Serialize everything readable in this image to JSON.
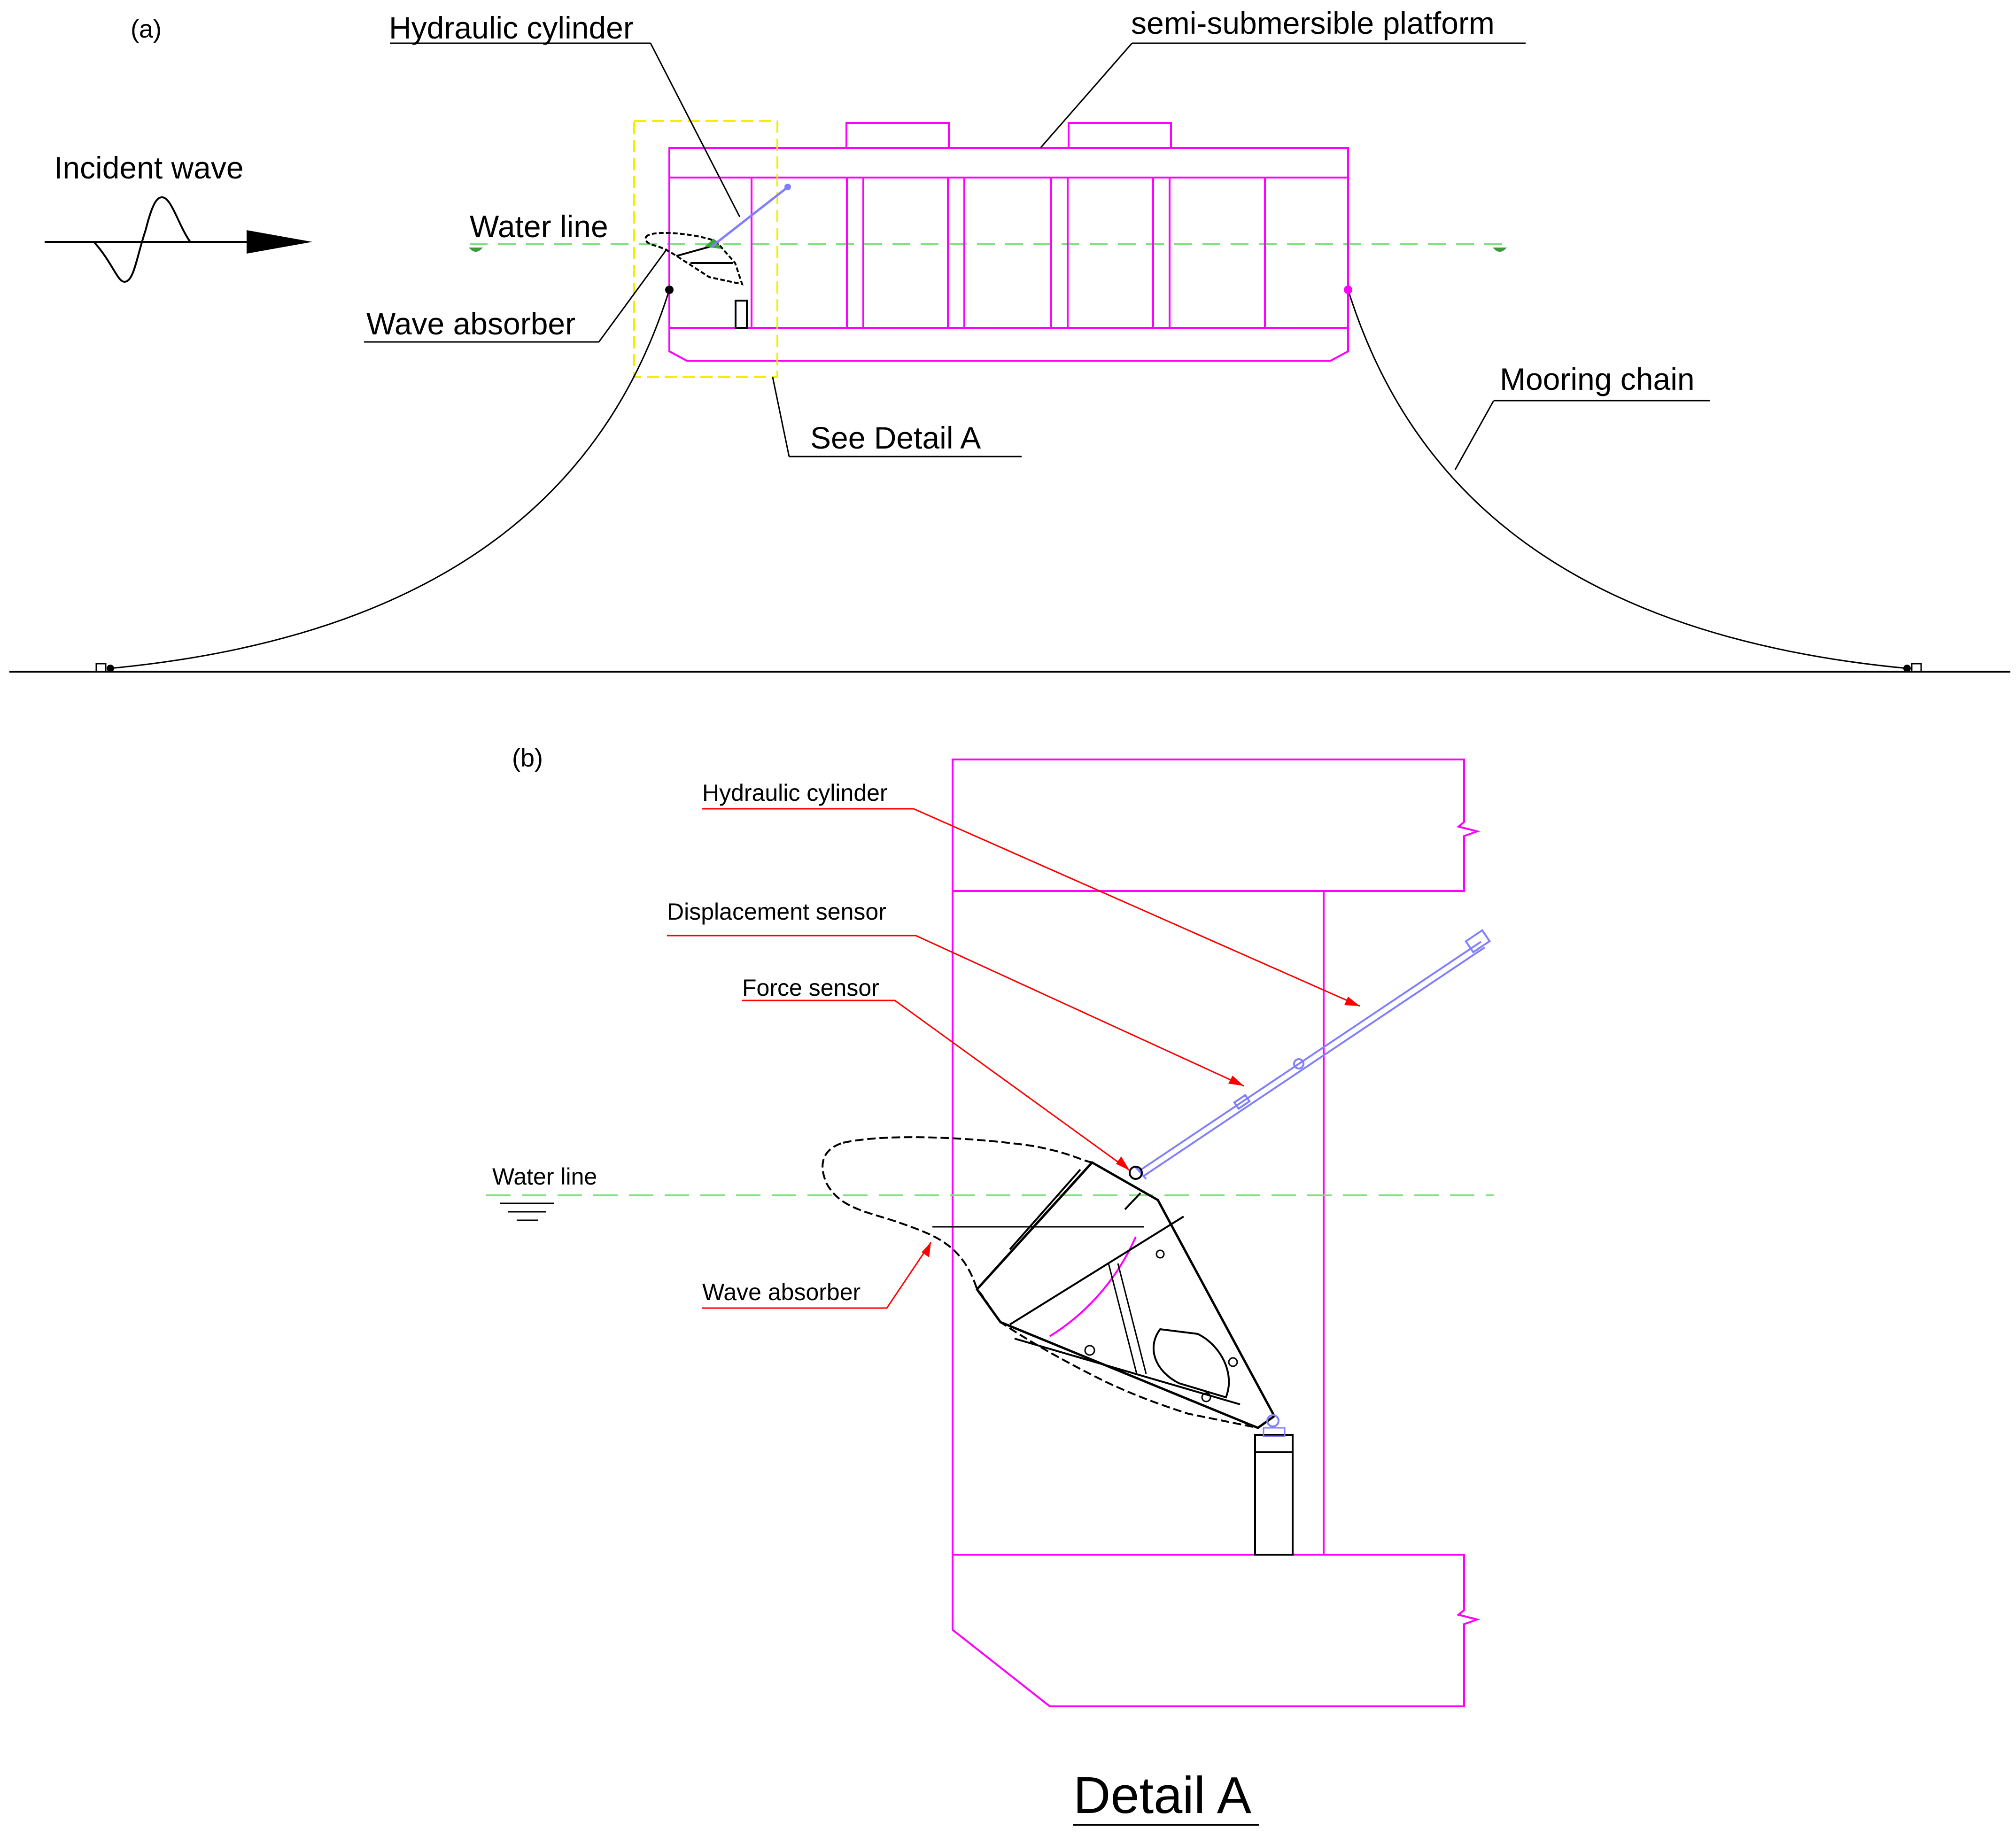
{
  "panel_a": {
    "tag": "(a)",
    "incident_wave": "Incident wave",
    "hydraulic_cylinder": "Hydraulic cylinder",
    "platform": "semi-submersible platform",
    "water_line": "Water line",
    "wave_absorber": "Wave absorber",
    "see_detail": "See Detail A",
    "mooring_chain": "Mooring chain"
  },
  "panel_b": {
    "tag": "(b)",
    "hydraulic_cylinder": "Hydraulic cylinder",
    "displacement_sensor": "Displacement sensor",
    "force_sensor": "Force sensor",
    "water_line": "Water line",
    "wave_absorber": "Wave absorber",
    "detail_title": "Detail A"
  },
  "colors": {
    "structure": "#ff00ff",
    "waterline": "#7ee07e",
    "leader_red": "#ff0000",
    "detail_box": "#f0f000",
    "cylinder": "#8080ff",
    "ink": "#000000"
  }
}
